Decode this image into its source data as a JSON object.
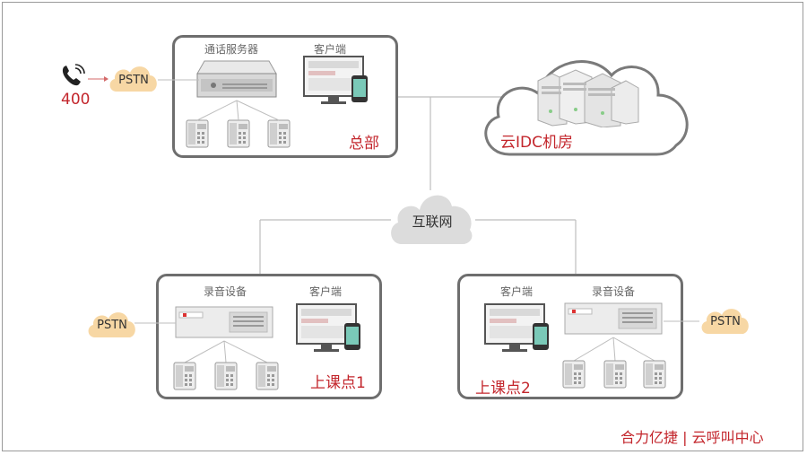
{
  "hq": {
    "server_label": "通话服务器",
    "client_label": "客户端",
    "name": "总部"
  },
  "phone_number": "400",
  "pstn_label": "PSTN",
  "idc": {
    "name": "云IDC机房"
  },
  "internet": {
    "label": "互联网"
  },
  "site1": {
    "recorder_label": "录音设备",
    "client_label": "客户端",
    "name": "上课点1"
  },
  "site2": {
    "client_label": "客户端",
    "recorder_label": "录音设备",
    "name": "上课点2"
  },
  "footer": {
    "brand": "合力亿捷 | 云呼叫中心"
  },
  "colors": {
    "accent": "#c3262c",
    "pstn_cloud": "#f7d7a4",
    "gray_cloud": "#dcdcdc"
  }
}
